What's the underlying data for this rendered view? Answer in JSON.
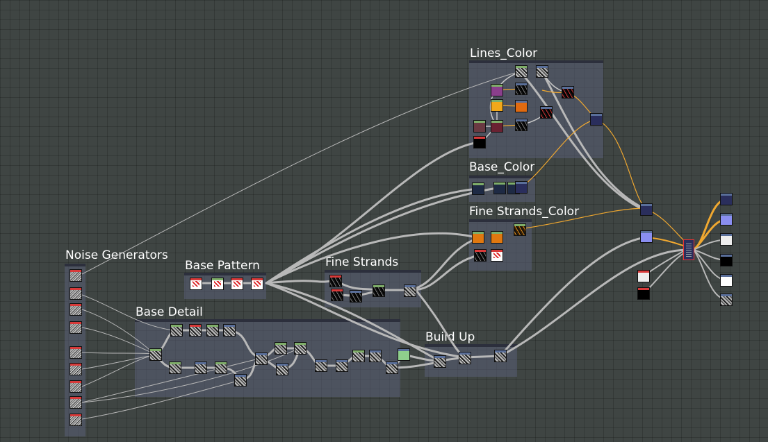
{
  "frames": [
    {
      "id": "lines_color",
      "title": "Lines_Color"
    },
    {
      "id": "base_color",
      "title": "Base_Color"
    },
    {
      "id": "fine_strands_color",
      "title": "Fine Strands_Color"
    },
    {
      "id": "noise_generators",
      "title": "Noise Generators"
    },
    {
      "id": "base_pattern",
      "title": "Base Pattern"
    },
    {
      "id": "fine_strands",
      "title": "Fine Strands"
    },
    {
      "id": "base_detail",
      "title": "Base Detail"
    },
    {
      "id": "build_up",
      "title": "Build Up"
    }
  ],
  "colors": {
    "background": "#3f4543",
    "frame": "#5a5e76",
    "link": "#b8b8b8",
    "color_link": "#f0a830",
    "node_header_gray": "#d83a3a",
    "node_header_color": "#7fae6a"
  }
}
